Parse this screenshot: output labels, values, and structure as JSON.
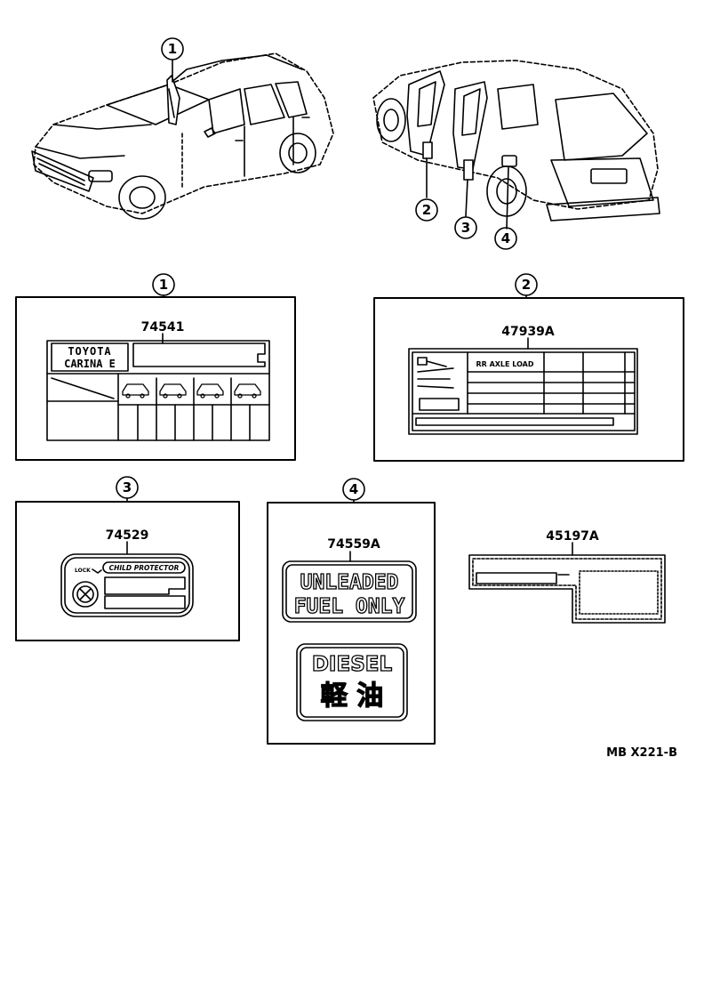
{
  "diagram": {
    "reference_code": "MB X221-B",
    "callouts": [
      "1",
      "2",
      "3",
      "4"
    ],
    "parts": [
      {
        "callout": "1",
        "part_number": "74541",
        "lines": [
          "TOYOTA",
          "CARINA E"
        ]
      },
      {
        "callout": "2",
        "part_number": "47939A",
        "lines": [
          "RR AXLE LOAD"
        ]
      },
      {
        "callout": "3",
        "part_number": "74529",
        "lines": [
          "LOCK",
          "CHILD PROTECTOR"
        ]
      },
      {
        "callout": "4",
        "part_number": "74559A",
        "lines": [
          "UNLEADED",
          "FUEL ONLY"
        ]
      },
      {
        "callout": "4",
        "part_number": "",
        "lines": [
          "DIESEL",
          "軽 油"
        ]
      },
      {
        "callout": "",
        "part_number": "45197A",
        "lines": []
      }
    ]
  }
}
